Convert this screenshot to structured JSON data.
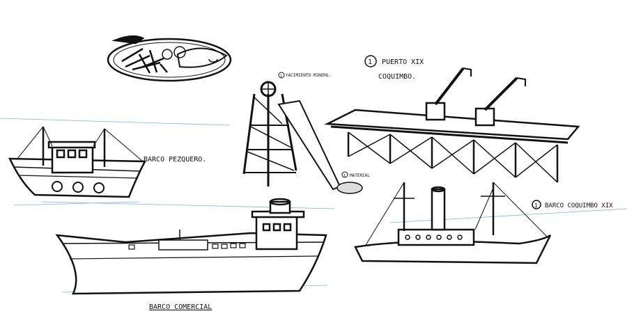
{
  "colors": {
    "ink": "#111111",
    "blue_pencil": "#4a8fd0",
    "paper": "#ffffff"
  },
  "labels": {
    "fishing_boat": "BARCO PEZQUERO.",
    "mining_site": "YACIMIENTO MINERO.",
    "mineral": "MATERIAL",
    "port": "PUERTO XIX",
    "port_city": "COQUIMBO.",
    "coquimbo_boat": "BARCO COQUIMBO XIX",
    "cargo_ship": "BARCO COMERCIAL"
  },
  "badges": {
    "mining_site": "1",
    "mineral": "1",
    "port": "1",
    "coquimbo_boat": "1"
  }
}
